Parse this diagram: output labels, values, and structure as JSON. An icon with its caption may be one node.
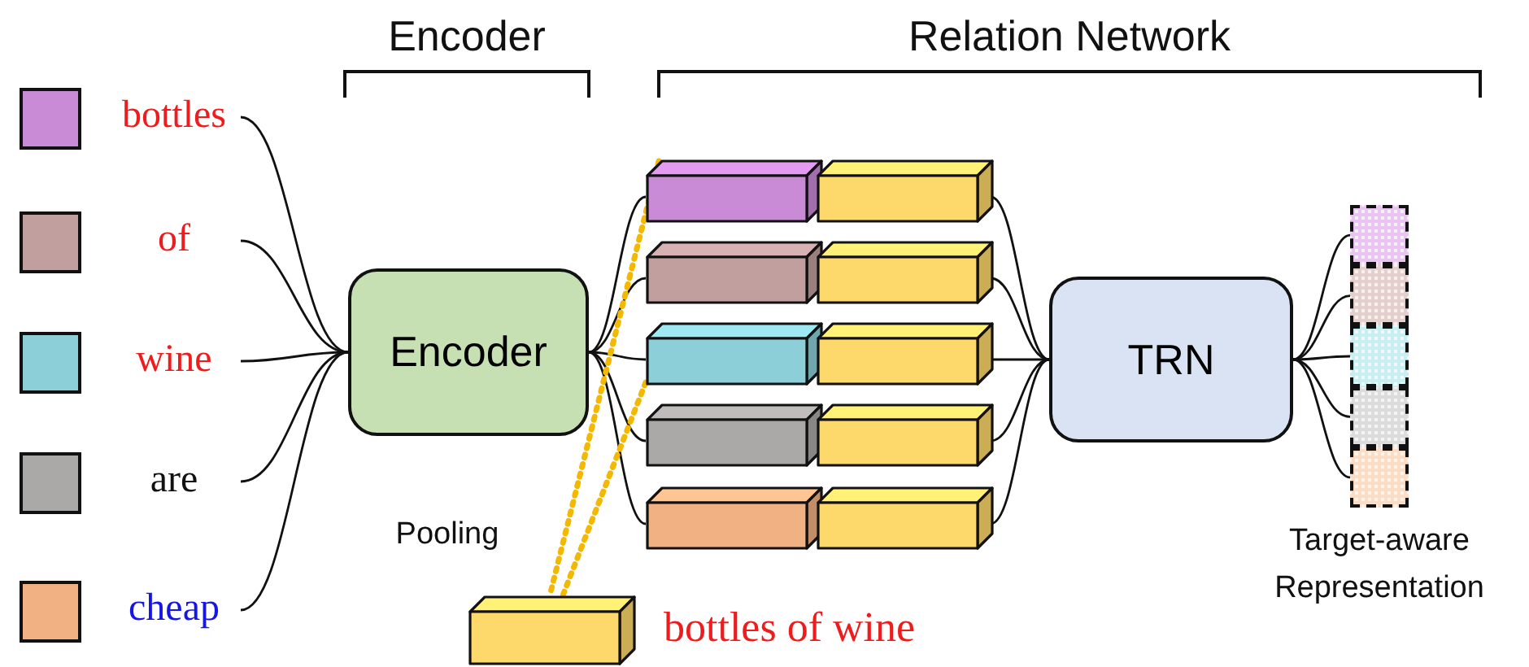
{
  "diagram": {
    "nodes": [
      {
        "text": [
          "bottles"
        ]
      },
      {
        "text": [
          "of"
        ]
      },
      {
        "text": [
          "wine"
        ]
      },
      {
        "text": [
          "are"
        ]
      },
      {
        "text": [
          "cheap"
        ]
      },
      {
        "text": [
          "Encoder"
        ]
      },
      {
        "text": [],
        "shape": "bar"
      },
      {
        "text": [],
        "shape": "bar"
      },
      {
        "text": [],
        "shape": "bar"
      },
      {
        "text": [],
        "shape": "bar"
      },
      {
        "text": [],
        "shape": "bar"
      },
      {
        "text": [],
        "shape": "bar"
      },
      {
        "text": [],
        "shape": "bar"
      },
      {
        "text": [],
        "shape": "bar"
      },
      {
        "text": [],
        "shape": "bar"
      },
      {
        "text": [],
        "shape": "bar"
      },
      {
        "text": [
          "TRN"
        ]
      },
      {
        "text": [],
        "shape": "box"
      },
      {
        "text": [],
        "shape": "box"
      },
      {
        "text": [],
        "shape": "box"
      },
      {
        "text": [],
        "shape": "box"
      },
      {
        "text": [],
        "shape": "box"
      },
      {
        "text": [],
        "shape": "bar",
        "beside": [
          "bottles of wine"
        ]
      }
    ],
    "edges": [
      {
        "from": 0,
        "to": 5,
        "arrow": "none"
      },
      {
        "from": 1,
        "to": 5,
        "arrow": "none"
      },
      {
        "from": 2,
        "to": 5,
        "arrow": "none"
      },
      {
        "from": 3,
        "to": 5,
        "arrow": "none"
      },
      {
        "from": 4,
        "to": 5,
        "arrow": "none"
      },
      {
        "from": 5,
        "to": 6,
        "arrow": "none"
      },
      {
        "from": 5,
        "to": 7,
        "arrow": "none"
      },
      {
        "from": 5,
        "to": 8,
        "arrow": "none"
      },
      {
        "from": 5,
        "to": 9,
        "arrow": "none"
      },
      {
        "from": 5,
        "to": 10,
        "arrow": "none"
      },
      {
        "from": 11,
        "to": 16,
        "arrow": "none"
      },
      {
        "from": 12,
        "to": 16,
        "arrow": "none"
      },
      {
        "from": 13,
        "to": 16,
        "arrow": "none"
      },
      {
        "from": 14,
        "to": 16,
        "arrow": "none"
      },
      {
        "from": 15,
        "to": 16,
        "arrow": "none"
      },
      {
        "from": 16,
        "to": 17,
        "arrow": "none"
      },
      {
        "from": 16,
        "to": 18,
        "arrow": "none"
      },
      {
        "from": 16,
        "to": 19,
        "arrow": "none"
      },
      {
        "from": 16,
        "to": 20,
        "arrow": "none"
      },
      {
        "from": 16,
        "to": 21,
        "arrow": "none"
      },
      {
        "from": 6,
        "to": 22,
        "arrow": "none",
        "style": "dashed",
        "color": "#f5b800"
      },
      {
        "from": 8,
        "to": 22,
        "arrow": "none",
        "style": "dashed",
        "color": "#f5b800"
      }
    ],
    "labels": [
      "Encoder",
      "Relation Network",
      "Pooling",
      "Target-aware Representation"
    ]
  }
}
